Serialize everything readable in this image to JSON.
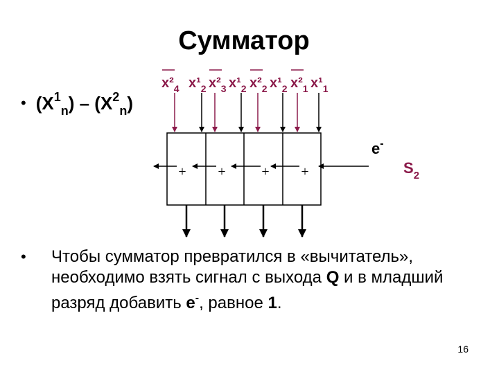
{
  "title": "Сумматор",
  "bullet_formula": {
    "prefix": "(X",
    "a_sup": "1",
    "a_sub": "n",
    "middle": ") – (X",
    "b_sup": "2",
    "b_sub": "n",
    "suffix": ")"
  },
  "inputs": [
    {
      "base": "x²",
      "sub": "4",
      "bar": true
    },
    {
      "base": "x¹",
      "sub": "2",
      "bar": false
    },
    {
      "base": "x²",
      "sub": "3",
      "bar": true
    },
    {
      "base": "x¹",
      "sub": "2",
      "bar": false
    },
    {
      "base": "x²",
      "sub": "2",
      "bar": true
    },
    {
      "base": "x¹",
      "sub": "2",
      "bar": false
    },
    {
      "base": "x²",
      "sub": "1",
      "bar": true
    },
    {
      "base": "x¹",
      "sub": "1",
      "bar": false
    }
  ],
  "cell_labels": [
    "+",
    "+",
    "+",
    "+"
  ],
  "carry_in": {
    "base": "e",
    "sup": "-"
  },
  "sum_label": {
    "base": "S",
    "sub": "2"
  },
  "paragraph": {
    "part1": "Чтобы сумматор превратился в «вычитатель», необходимо взять сигнал с выхода ",
    "q": "Q",
    "part2": " и в младший разряд добавить ",
    "e": "e",
    "e_sup": "-",
    "part3": ", равное ",
    "one": "1",
    "part4": "."
  },
  "page_number": "16",
  "colors": {
    "input_arrow": "#8b1a4a",
    "line": "#000000"
  }
}
